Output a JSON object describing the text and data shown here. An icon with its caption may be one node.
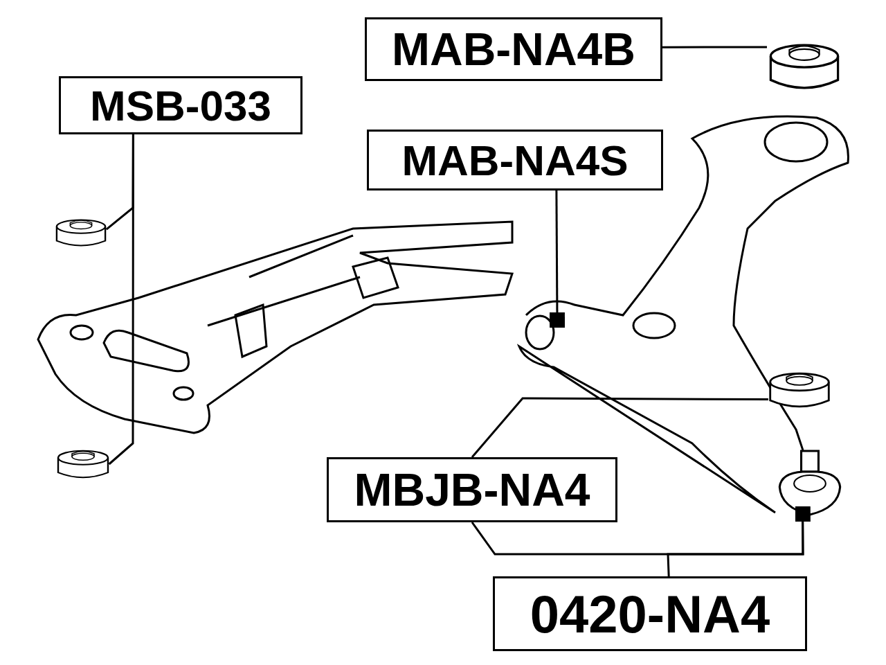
{
  "diagram": {
    "nodes": [
      {
        "text": [
          "MSB-033"
        ]
      },
      {
        "text": [
          "MAB-NA4B"
        ]
      },
      {
        "text": [
          "MAB-NA4S"
        ]
      },
      {
        "text": [
          "MBJB-NA4"
        ]
      },
      {
        "text": [
          "0420-NA4"
        ]
      },
      {
        "text": [],
        "shape": "cylinder"
      },
      {
        "text": [],
        "shape": "cylinder"
      },
      {
        "text": [],
        "shape": "cylinder"
      },
      {
        "text": [],
        "shape": "cylinder"
      },
      {
        "text": [],
        "shape": "picture"
      }
    ],
    "edges": [
      {
        "from": 0,
        "to": 5,
        "arrow": "none"
      },
      {
        "from": 0,
        "to": 6,
        "arrow": "none"
      },
      {
        "from": 1,
        "to": 7,
        "arrow": "none"
      },
      {
        "from": 2,
        "to": null,
        "arrow": "other"
      },
      {
        "from": 3,
        "to": 8,
        "arrow": "none"
      },
      {
        "from": 3,
        "to": 9,
        "arrow": "other"
      },
      {
        "from": 4,
        "to": 9,
        "arrow": "other"
      }
    ]
  }
}
